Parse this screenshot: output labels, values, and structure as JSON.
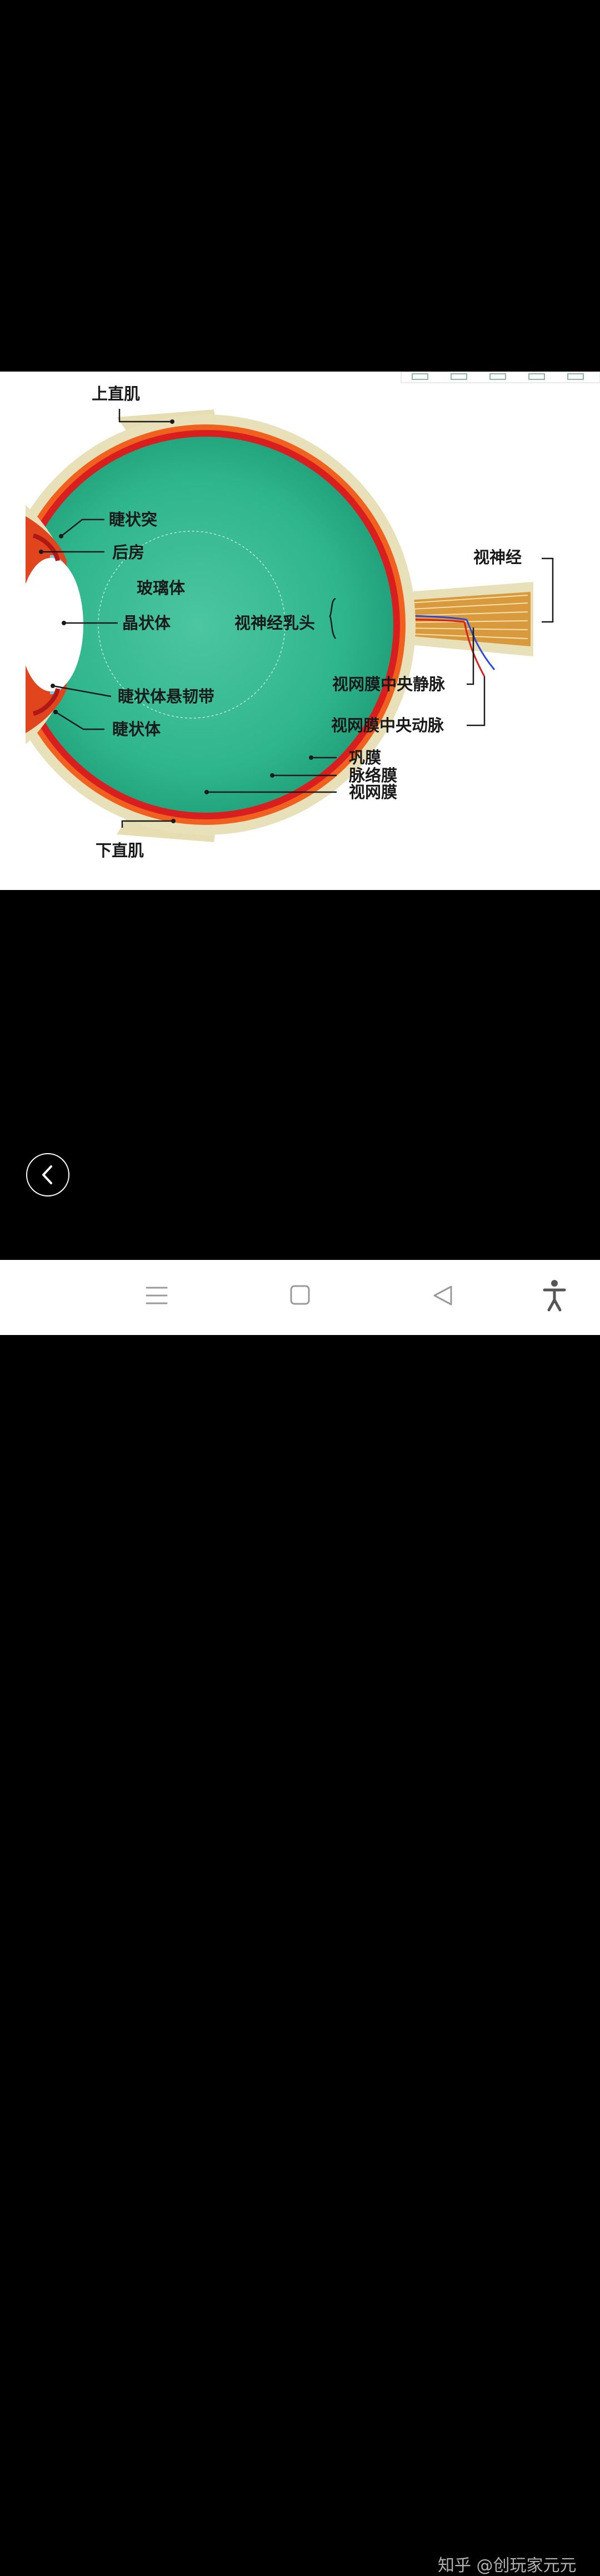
{
  "diagram": {
    "labels": {
      "superior_rectus": "上直肌",
      "ciliary_process": "睫状突",
      "posterior_chamber": "后房",
      "vitreous_body": "玻璃体",
      "lens": "晶状体",
      "zonular_fibers": "睫状体悬韧带",
      "ciliary_body": "睫状体",
      "optic_disc": "视神经乳头",
      "optic_nerve": "视神经",
      "central_retinal_vein": "视网膜中央静脉",
      "central_retinal_artery": "视网膜中央动脉",
      "sclera": "巩膜",
      "choroid": "脉络膜",
      "retina": "视网膜",
      "inferior_rectus": "下直肌"
    }
  },
  "watermark": "知乎 @创玩家元元",
  "colors": {
    "vitreous": "#2fb58c",
    "sclera": "#e8e0b8",
    "choroid": "#f0601e",
    "retina": "#d81e1e",
    "nerve": "#d89a3c",
    "background": "#000000"
  },
  "icons": {
    "back": "chevron-left-icon",
    "menu": "menu-icon",
    "home": "home-square-icon",
    "nav_back": "triangle-back-icon",
    "accessibility": "accessibility-icon"
  }
}
